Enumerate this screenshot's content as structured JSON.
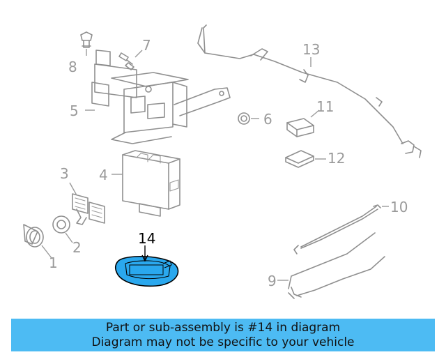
{
  "diagram": {
    "highlight_color": "#2aa8ee",
    "callouts": [
      {
        "id": "1",
        "label": "1"
      },
      {
        "id": "2",
        "label": "2"
      },
      {
        "id": "3",
        "label": "3"
      },
      {
        "id": "4",
        "label": "4"
      },
      {
        "id": "5",
        "label": "5"
      },
      {
        "id": "6",
        "label": "6"
      },
      {
        "id": "7",
        "label": "7"
      },
      {
        "id": "8",
        "label": "8"
      },
      {
        "id": "9",
        "label": "9"
      },
      {
        "id": "10",
        "label": "10"
      },
      {
        "id": "11",
        "label": "11"
      },
      {
        "id": "12",
        "label": "12"
      },
      {
        "id": "13",
        "label": "13"
      },
      {
        "id": "14",
        "label": "14",
        "highlighted": true
      }
    ]
  },
  "banner": {
    "background": "#4dbbf3",
    "line1": "Part or sub-assembly is #14 in diagram",
    "line2": "Diagram may not be specific to your vehicle"
  }
}
